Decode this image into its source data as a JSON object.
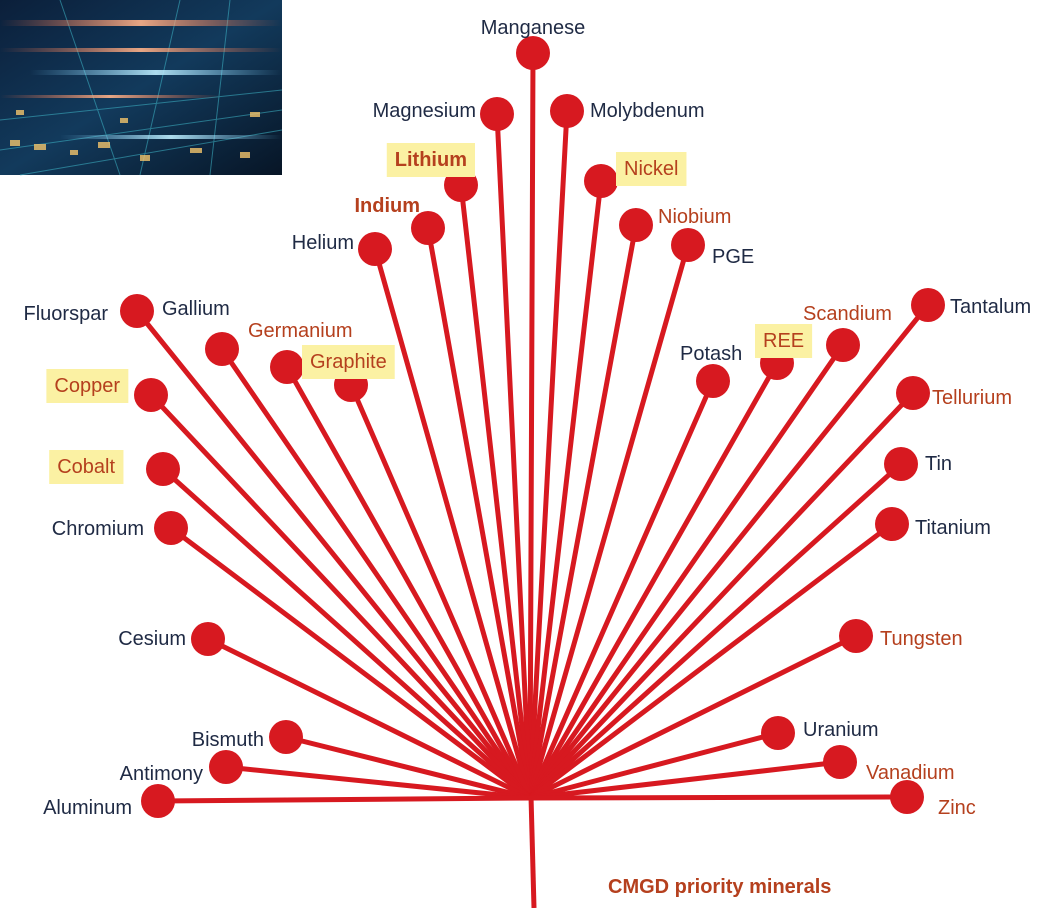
{
  "colors": {
    "stem": "#d71920",
    "label_default": "#1f2a44",
    "label_priority": "#b5401e",
    "highlight": "#fbf1a3",
    "caption": "#b5401e"
  },
  "decorative_image": {
    "icon": "circuit-board-photo"
  },
  "minerals": [
    {
      "name": "Manganese",
      "priority": false,
      "highlight": false
    },
    {
      "name": "Magnesium",
      "priority": false,
      "highlight": false
    },
    {
      "name": "Molybdenum",
      "priority": false,
      "highlight": false
    },
    {
      "name": "Lithium",
      "priority": true,
      "highlight": true
    },
    {
      "name": "Nickel",
      "priority": true,
      "highlight": true
    },
    {
      "name": "Indium",
      "priority": true,
      "highlight": false
    },
    {
      "name": "Niobium",
      "priority": true,
      "highlight": false
    },
    {
      "name": "Helium",
      "priority": false,
      "highlight": false
    },
    {
      "name": "PGE",
      "priority": false,
      "highlight": false
    },
    {
      "name": "Fluorspar",
      "priority": false,
      "highlight": false
    },
    {
      "name": "Gallium",
      "priority": false,
      "highlight": false
    },
    {
      "name": "Germanium",
      "priority": true,
      "highlight": false
    },
    {
      "name": "Graphite",
      "priority": true,
      "highlight": true
    },
    {
      "name": "Potash",
      "priority": false,
      "highlight": false
    },
    {
      "name": "REE",
      "priority": true,
      "highlight": true
    },
    {
      "name": "Scandium",
      "priority": true,
      "highlight": false
    },
    {
      "name": "Tantalum",
      "priority": false,
      "highlight": false
    },
    {
      "name": "Copper",
      "priority": true,
      "highlight": true
    },
    {
      "name": "Tellurium",
      "priority": true,
      "highlight": false
    },
    {
      "name": "Cobalt",
      "priority": true,
      "highlight": true
    },
    {
      "name": "Tin",
      "priority": false,
      "highlight": false
    },
    {
      "name": "Chromium",
      "priority": false,
      "highlight": false
    },
    {
      "name": "Titanium",
      "priority": false,
      "highlight": false
    },
    {
      "name": "Cesium",
      "priority": false,
      "highlight": false
    },
    {
      "name": "Tungsten",
      "priority": true,
      "highlight": false
    },
    {
      "name": "Bismuth",
      "priority": false,
      "highlight": false
    },
    {
      "name": "Uranium",
      "priority": false,
      "highlight": false
    },
    {
      "name": "Antimony",
      "priority": false,
      "highlight": false
    },
    {
      "name": "Vanadium",
      "priority": true,
      "highlight": false
    },
    {
      "name": "Aluminum",
      "priority": false,
      "highlight": false
    },
    {
      "name": "Zinc",
      "priority": true,
      "highlight": false
    }
  ],
  "legend": {
    "caption": "CMGD priority minerals"
  }
}
